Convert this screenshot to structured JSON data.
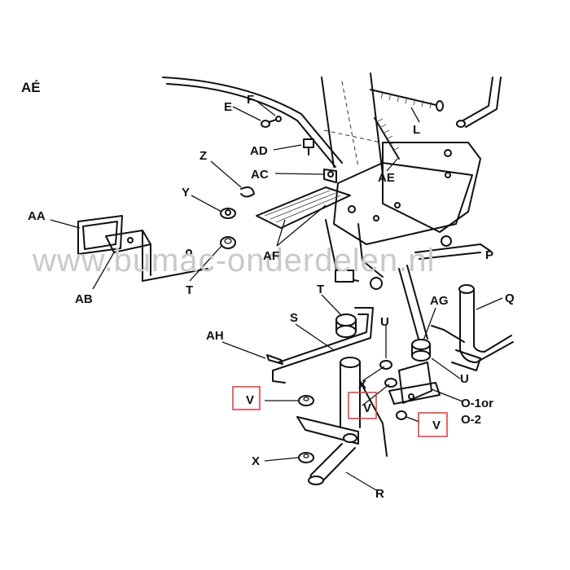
{
  "diagram": {
    "corner_label": "AÉ",
    "watermark": "www.bumac-onderdelen.nl",
    "highlight_color": "#e0353a",
    "line_color": "#111111",
    "watermark_color": "#c9c9c9",
    "labels": {
      "E": "E",
      "F": "F",
      "AD": "AD",
      "Z": "Z",
      "AC": "AC",
      "Y": "Y",
      "AA": "AA",
      "AB": "AB",
      "AF": "AF",
      "T_left": "T",
      "L": "L",
      "AE": "AE",
      "P": "P",
      "T_center": "T",
      "AG": "AG",
      "Q": "Q",
      "S": "S",
      "U_upper": "U",
      "AH": "AH",
      "X_upper": "X",
      "U_lower": "U",
      "O1": "O-1or",
      "O2": "O-2",
      "V_left": "V",
      "V_center": "V",
      "V_right": "V",
      "X_lower": "X",
      "R": "R"
    }
  }
}
